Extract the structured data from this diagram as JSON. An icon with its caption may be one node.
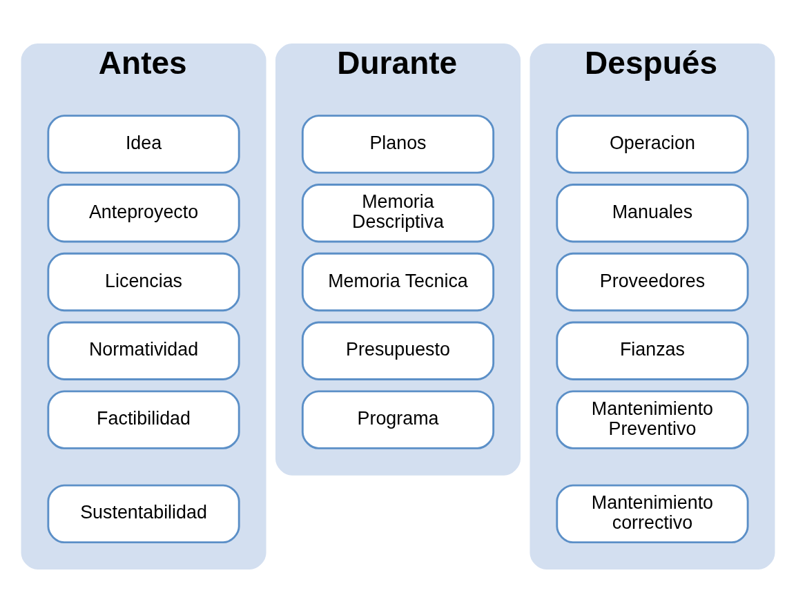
{
  "diagram": {
    "nodes": [
      {
        "text": [
          "Antes"
        ]
      },
      {
        "text": [
          "Idea"
        ],
        "in": 0
      },
      {
        "text": [
          "Anteproyecto"
        ],
        "in": 0
      },
      {
        "text": [
          "Licencias"
        ],
        "in": 0
      },
      {
        "text": [
          "Normatividad"
        ],
        "in": 0
      },
      {
        "text": [
          "Factibilidad"
        ],
        "in": 0
      },
      {
        "text": [
          "Sustentabilidad"
        ],
        "in": 0
      },
      {
        "text": [
          "Durante"
        ]
      },
      {
        "text": [
          "Planos"
        ],
        "in": 7
      },
      {
        "text": [
          "Memoria Descriptiva"
        ],
        "in": 7
      },
      {
        "text": [
          "Memoria Tecnica"
        ],
        "in": 7
      },
      {
        "text": [
          "Presupuesto"
        ],
        "in": 7
      },
      {
        "text": [
          "Programa"
        ],
        "in": 7
      },
      {
        "text": [
          "Después"
        ]
      },
      {
        "text": [
          "Operacion"
        ],
        "in": 13
      },
      {
        "text": [
          "Manuales"
        ],
        "in": 13
      },
      {
        "text": [
          "Proveedores"
        ],
        "in": 13
      },
      {
        "text": [
          "Fianzas"
        ],
        "in": 13
      },
      {
        "text": [
          "Mantenimiento Preventivo"
        ],
        "in": 13
      },
      {
        "text": [
          "Mantenimiento correctivo"
        ],
        "in": 13
      }
    ]
  }
}
